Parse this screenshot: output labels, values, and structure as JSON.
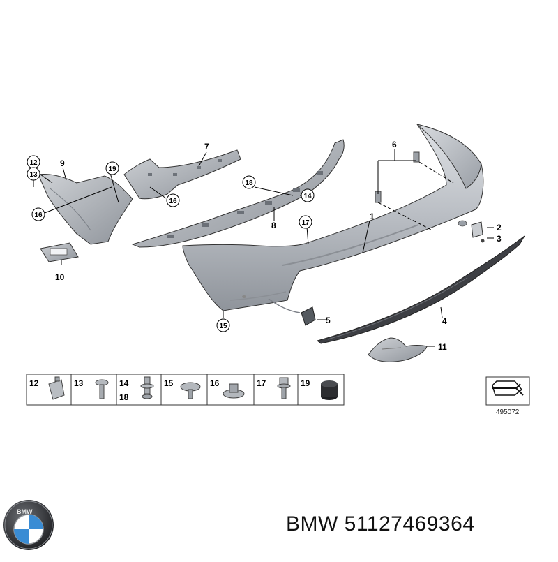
{
  "brand": "BMW",
  "logo_letters": "BMW",
  "part_number": "51127469364",
  "diagram_ref": "495072",
  "callouts": [
    "1",
    "2",
    "3",
    "4",
    "5",
    "6",
    "7",
    "8",
    "9",
    "10",
    "11",
    "12",
    "13",
    "14",
    "15",
    "16",
    "17",
    "18",
    "19"
  ],
  "fastener_table": [
    "12",
    "13",
    "14",
    "18",
    "15",
    "16",
    "17",
    "19"
  ],
  "colors": {
    "bumper": "#b8bcc2",
    "bracket": "#a9adb3",
    "diffuser": "#3d3f44",
    "logo_blue": "#3a8cd4"
  }
}
